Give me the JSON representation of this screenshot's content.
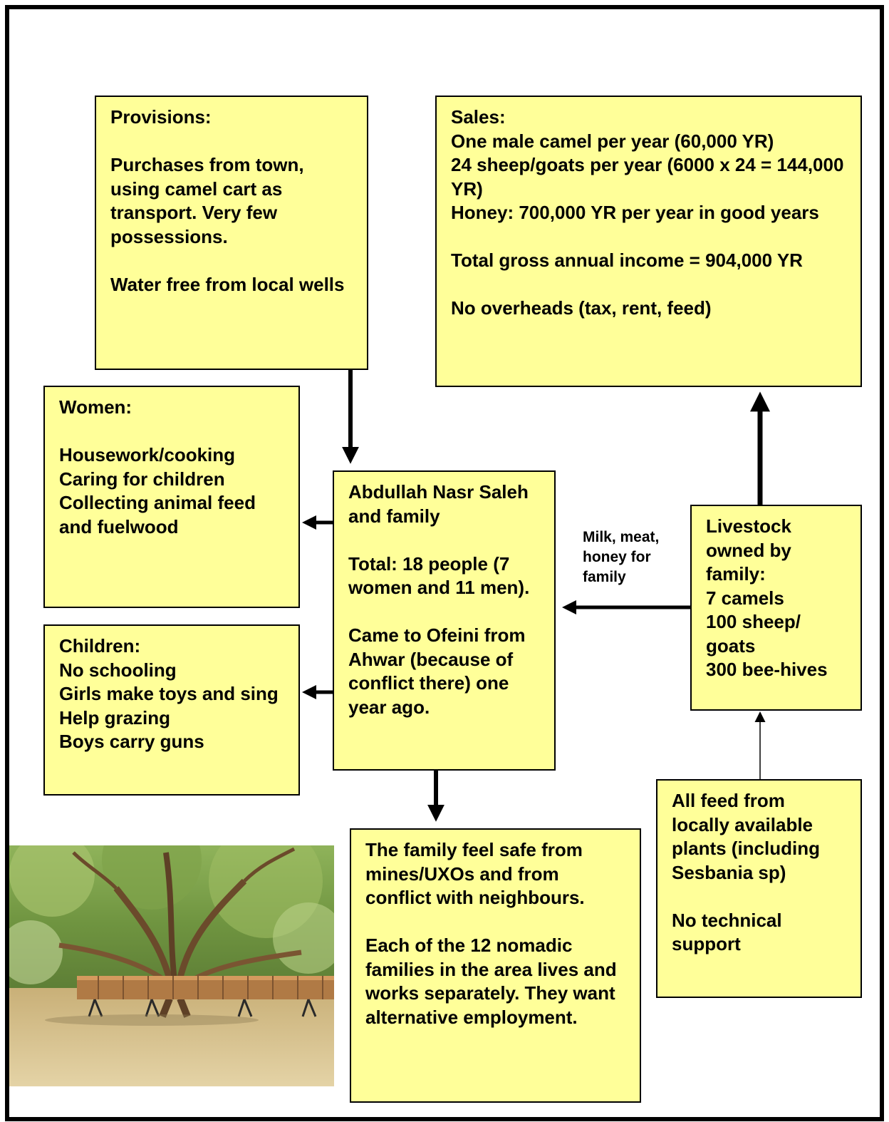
{
  "provisions": {
    "text": "Provisions:\n\nPurchases from town, using camel cart as transport. Very few possessions.\n\nWater free from local wells"
  },
  "sales": {
    "text": "Sales:\nOne male camel per year (60,000 YR)\n24 sheep/goats per year (6000 x 24 = 144,000 YR)\nHoney: 700,000 YR per year in good years\n\nTotal gross annual income = 904,000 YR\n\nNo overheads (tax, rent, feed)"
  },
  "women": {
    "text": "Women:\n\nHousework/cooking\nCaring for children\nCollecting animal feed and fuelwood"
  },
  "family": {
    "text": "Abdullah Nasr Saleh and family\n\nTotal: 18 people (7 women and 11 men).\n\nCame to Ofeini from Ahwar (because of conflict there) one year ago."
  },
  "children": {
    "text": "Children:\nNo schooling\nGirls make toys and sing\nHelp grazing\nBoys carry guns"
  },
  "livestock": {
    "text": "Livestock owned by family:\n7 camels\n100 sheep/ goats\n300 bee-hives"
  },
  "safe": {
    "text": "The family feel safe from mines/UXOs and from conflict with neighbours.\n\nEach of the 12 nomadic families in the area lives and works separately. They want alternative employment."
  },
  "feed": {
    "text": "All feed from locally available plants (including Sesbania sp)\n\nNo technical support"
  },
  "arrow_label": {
    "text": "Milk, meat, honey for family"
  },
  "colors": {
    "box_fill": "#ffff99",
    "border": "#000000"
  }
}
